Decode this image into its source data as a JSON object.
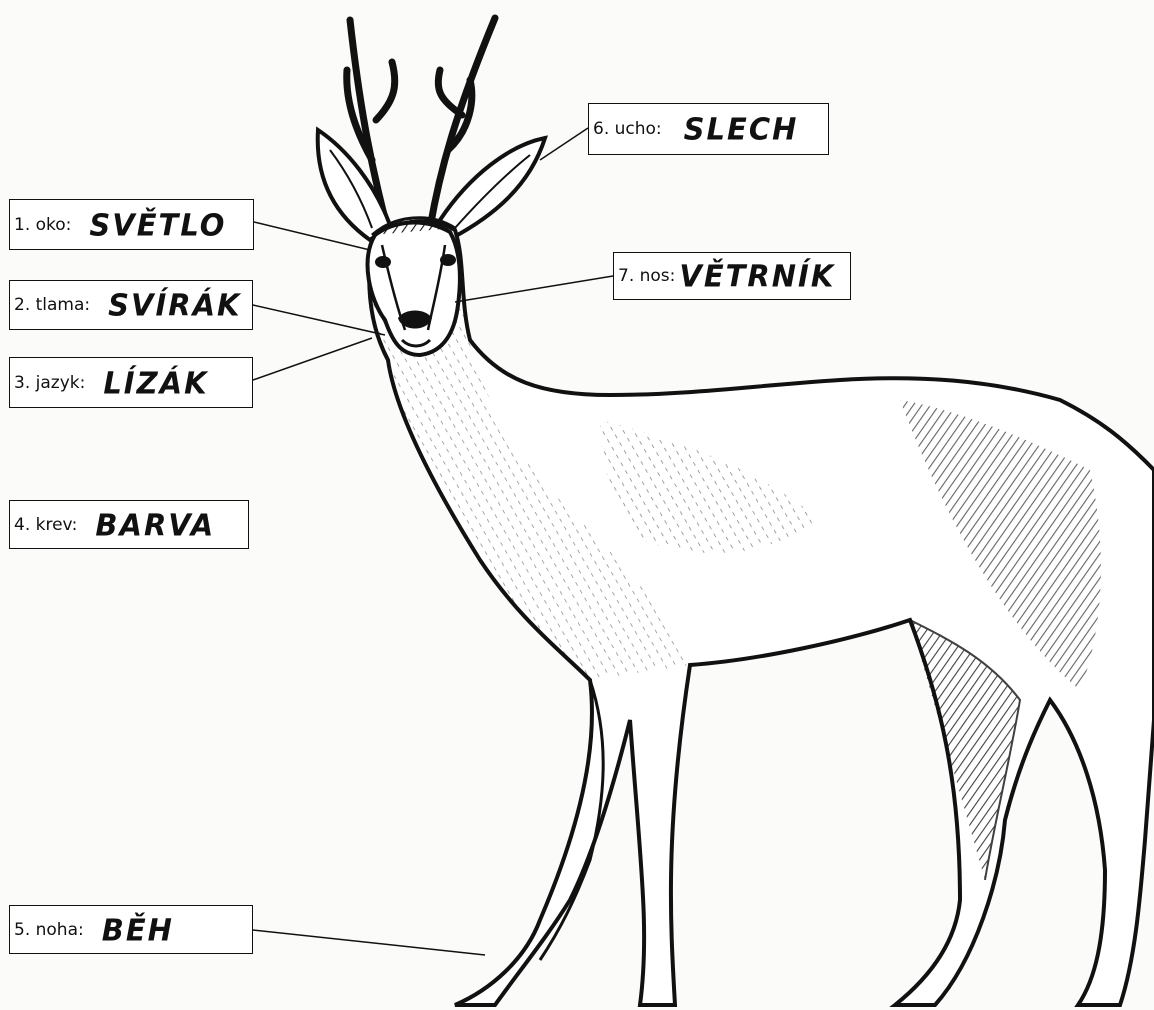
{
  "labels": [
    {
      "id": "oko",
      "number_label": "1. oko:",
      "term": "SVĚTLO"
    },
    {
      "id": "tlama",
      "number_label": "2. tlama:",
      "term": "SVÍRÁK"
    },
    {
      "id": "jazyk",
      "number_label": "3. jazyk:",
      "term": "LÍZÁK"
    },
    {
      "id": "krev",
      "number_label": "4. krev:",
      "term": "BARVA"
    },
    {
      "id": "noha",
      "number_label": "5. noha:",
      "term": "BĚH"
    },
    {
      "id": "ucho",
      "number_label": "6. ucho:",
      "term": "SLECH"
    },
    {
      "id": "nos",
      "number_label": "7. nos:",
      "term": "VĚTRNÍK"
    }
  ],
  "illustration": "roe-deer-buck-drawing",
  "colors": {
    "ink": "#111111",
    "paper": "#fbfbf9"
  }
}
